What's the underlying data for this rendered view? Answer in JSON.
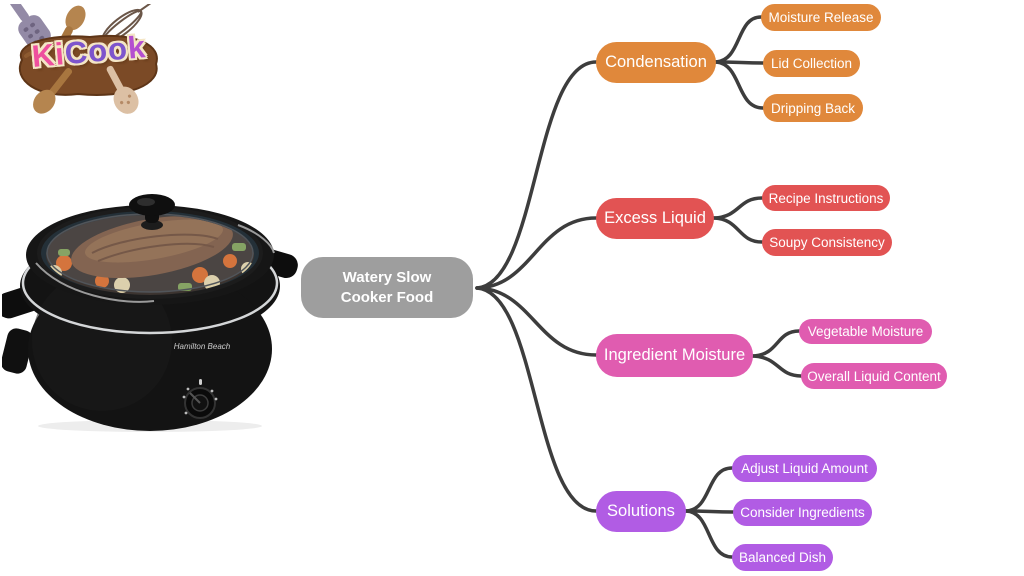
{
  "logo": {
    "brand": "KiCook",
    "part1": "Ki",
    "part2": "Coo",
    "part3": "k"
  },
  "image": {
    "description": "black Hamilton Beach slow cooker with pot roast and vegetables under glass lid",
    "brand_text": "Hamilton Beach"
  },
  "mindmap": {
    "line_color": "#3d3d3d",
    "root": {
      "label": "Watery Slow Cooker Food",
      "color": "#9e9e9e"
    },
    "branches": [
      {
        "label": "Condensation",
        "color": "#e0883b",
        "children": [
          "Moisture Release",
          "Lid Collection",
          "Dripping Back"
        ]
      },
      {
        "label": "Excess Liquid",
        "color": "#e25353",
        "children": [
          "Recipe Instructions",
          "Soupy Consistency"
        ]
      },
      {
        "label": "Ingredient Moisture",
        "color": "#e05cb0",
        "children": [
          "Vegetable Moisture",
          "Overall Liquid Content"
        ]
      },
      {
        "label": "Solutions",
        "color": "#b15ce4",
        "children": [
          "Adjust Liquid Amount",
          "Consider Ingredients",
          "Balanced Dish"
        ]
      }
    ]
  }
}
